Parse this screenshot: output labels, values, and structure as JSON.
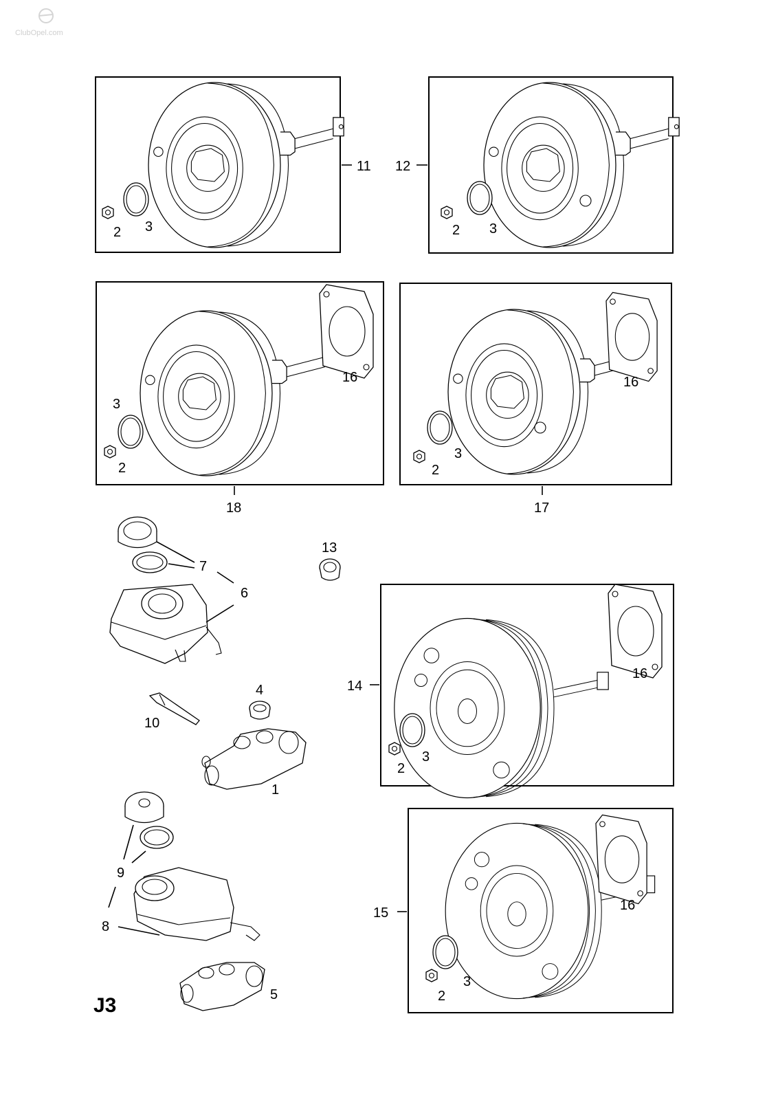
{
  "watermark": "ClubOpel.com",
  "page_code": "J3",
  "callouts": {
    "c11": "11",
    "c12": "12",
    "c18": "18",
    "c17": "17",
    "c14": "14",
    "c15": "15",
    "c2a": "2",
    "c3a": "3",
    "c2b": "2",
    "c3b": "3",
    "c3c": "3",
    "c2c": "2",
    "c16a": "16",
    "c16b": "16",
    "c3d": "3",
    "c2d": "2",
    "c7": "7",
    "c6": "6",
    "c13": "13",
    "c4": "4",
    "c10": "10",
    "c1": "1",
    "c16c": "16",
    "c2e": "2",
    "c3e": "3",
    "c9": "9",
    "c8": "8",
    "c5": "5",
    "c16d": "16",
    "c3f": "3",
    "c2f": "2"
  }
}
